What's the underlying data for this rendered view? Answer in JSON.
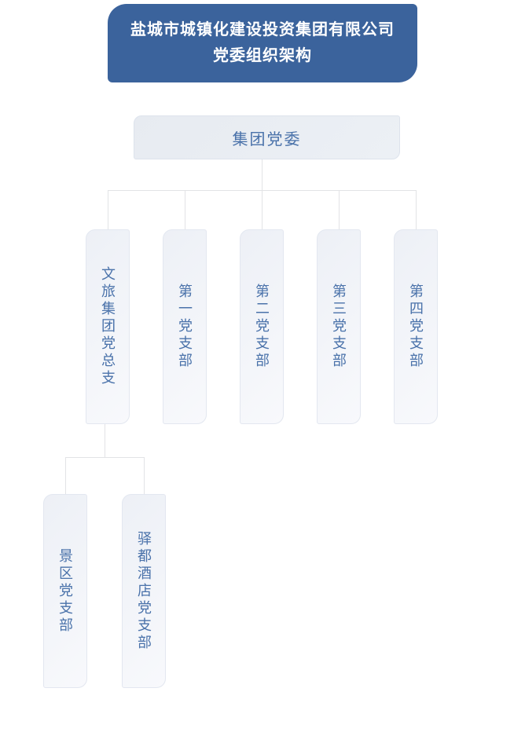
{
  "header": {
    "line1": "盐城市城镇化建设投资集团有限公司",
    "line2": "党委组织架构"
  },
  "root": {
    "label": "集团党委"
  },
  "branches": [
    {
      "label": "文旅集团党总支"
    },
    {
      "label": "第一党支部"
    },
    {
      "label": "第二党支部"
    },
    {
      "label": "第三党支部"
    },
    {
      "label": "第四党支部"
    }
  ],
  "sub_branches": [
    {
      "label": "景区党支部"
    },
    {
      "label": "驿都酒店党支部"
    }
  ],
  "colors": {
    "banner_bg": "#3b639c",
    "banner_text": "#ffffff",
    "root_node_bg": "#e9edf2",
    "branch_node_bg": "#f3f5fa",
    "node_border": "#e3e7f0",
    "node_text": "#4a72aa",
    "connector_line": "#e2e3e6",
    "page_bg": "#ffffff"
  }
}
